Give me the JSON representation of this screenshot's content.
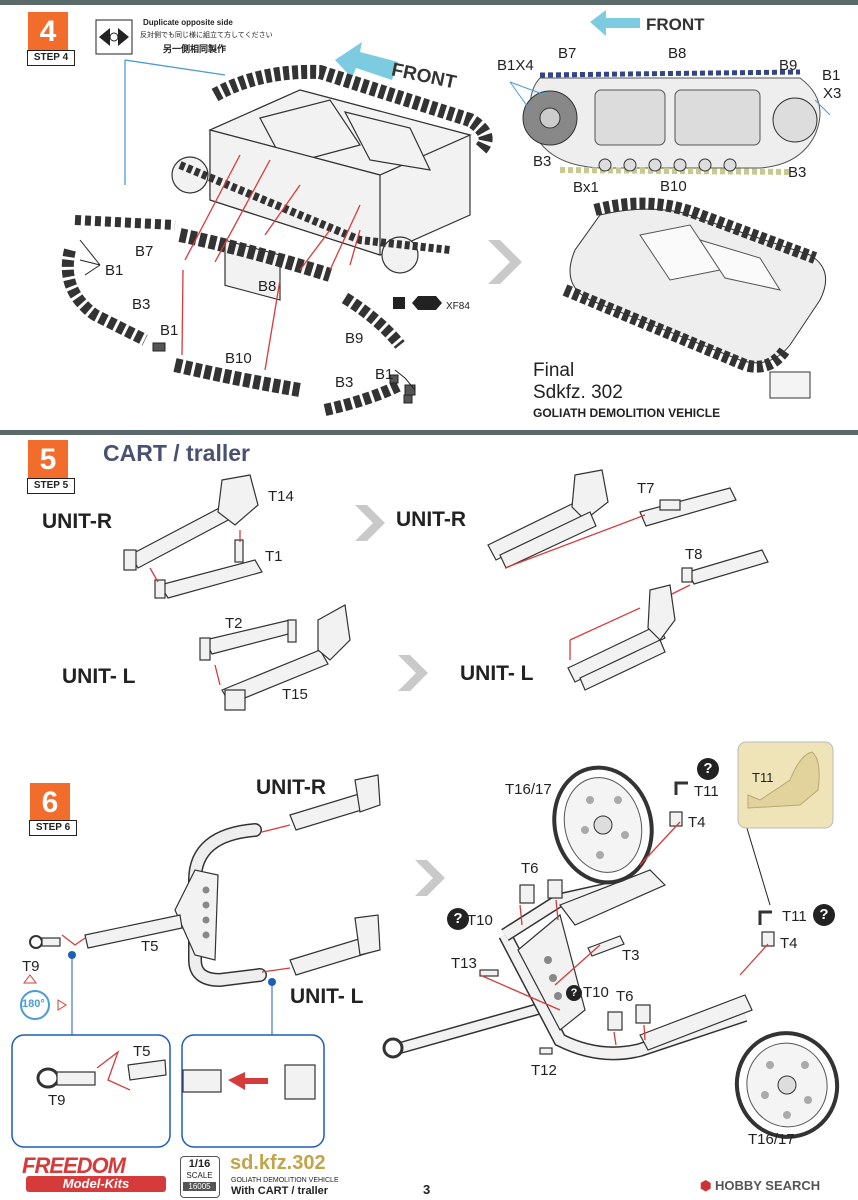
{
  "step4": {
    "number": "4",
    "tag": "STEP 4",
    "duplicate_en": "Duplicate opposite side",
    "duplicate_jp": "反対側でも同じ様に組立て方してください",
    "duplicate_cn": "另一側相同製作",
    "front": "FRONT",
    "front_side": "FRONT",
    "labels": {
      "b7": "B7",
      "b1": "B1",
      "b3": "B3",
      "b8": "B8",
      "b1b": "B1",
      "b10": "B10",
      "b9": "B9",
      "b3b": "B3",
      "b1c": "B1",
      "xf84": "XF84"
    },
    "side_labels": {
      "b1x4": "B1X4",
      "b7": "B7",
      "b8": "B8",
      "b9": "B9",
      "b1": "B1",
      "x3": "X3",
      "b3l": "B3",
      "bx1": "Bx1",
      "b10": "B10",
      "b3r": "B3"
    },
    "final": "Final",
    "final_model": "Sdkfz. 302",
    "final_name": "GOLIATH DEMOLITION VEHICLE"
  },
  "step5": {
    "number": "5",
    "tag": "STEP 5",
    "title": "CART / traller",
    "unit_r": "UNIT-R",
    "unit_r2": "UNIT-R",
    "unit_l": "UNIT- L",
    "unit_l2": "UNIT- L",
    "labels": {
      "t14": "T14",
      "t1": "T1",
      "t2": "T2",
      "t15": "T15",
      "t7": "T7",
      "t8": "T8"
    }
  },
  "step6": {
    "number": "6",
    "tag": "STEP 6",
    "unit_r": "UNIT-R",
    "unit_l": "UNIT- L",
    "help": "?",
    "rotate": "180°",
    "labels": {
      "t5": "T5",
      "t9": "T9",
      "t9b": "T9",
      "t5b": "T5",
      "t16a": "T16/17",
      "t11a": "T11",
      "t4a": "T4",
      "t6a": "T6",
      "t10a": "T10",
      "t13": "T13",
      "t3": "T3",
      "t10b": "T10",
      "t6b": "T6",
      "t12": "T12",
      "t11b": "T11",
      "t4b": "T4",
      "t16b": "T16/17",
      "t11c": "T11"
    }
  },
  "footer": {
    "brand": "FREEDOM",
    "brand_sub": "Model-Kits",
    "scale_top": "1/16",
    "scale_mid": "SCALE",
    "scale_code": "16005",
    "model": "sd.kfz.302",
    "model_sub": "GOLIATH DEMOLITION VEHICLE",
    "model_sub2": "With CART / traller",
    "page": "3",
    "watermark": "HOBBY SEARCH"
  },
  "colors": {
    "step_orange": "#f26c2b",
    "front_arrow": "#7ccbe0",
    "red_line": "#d63b3b",
    "blue_line": "#4a9bd8",
    "help_box": "#efe3b8"
  }
}
